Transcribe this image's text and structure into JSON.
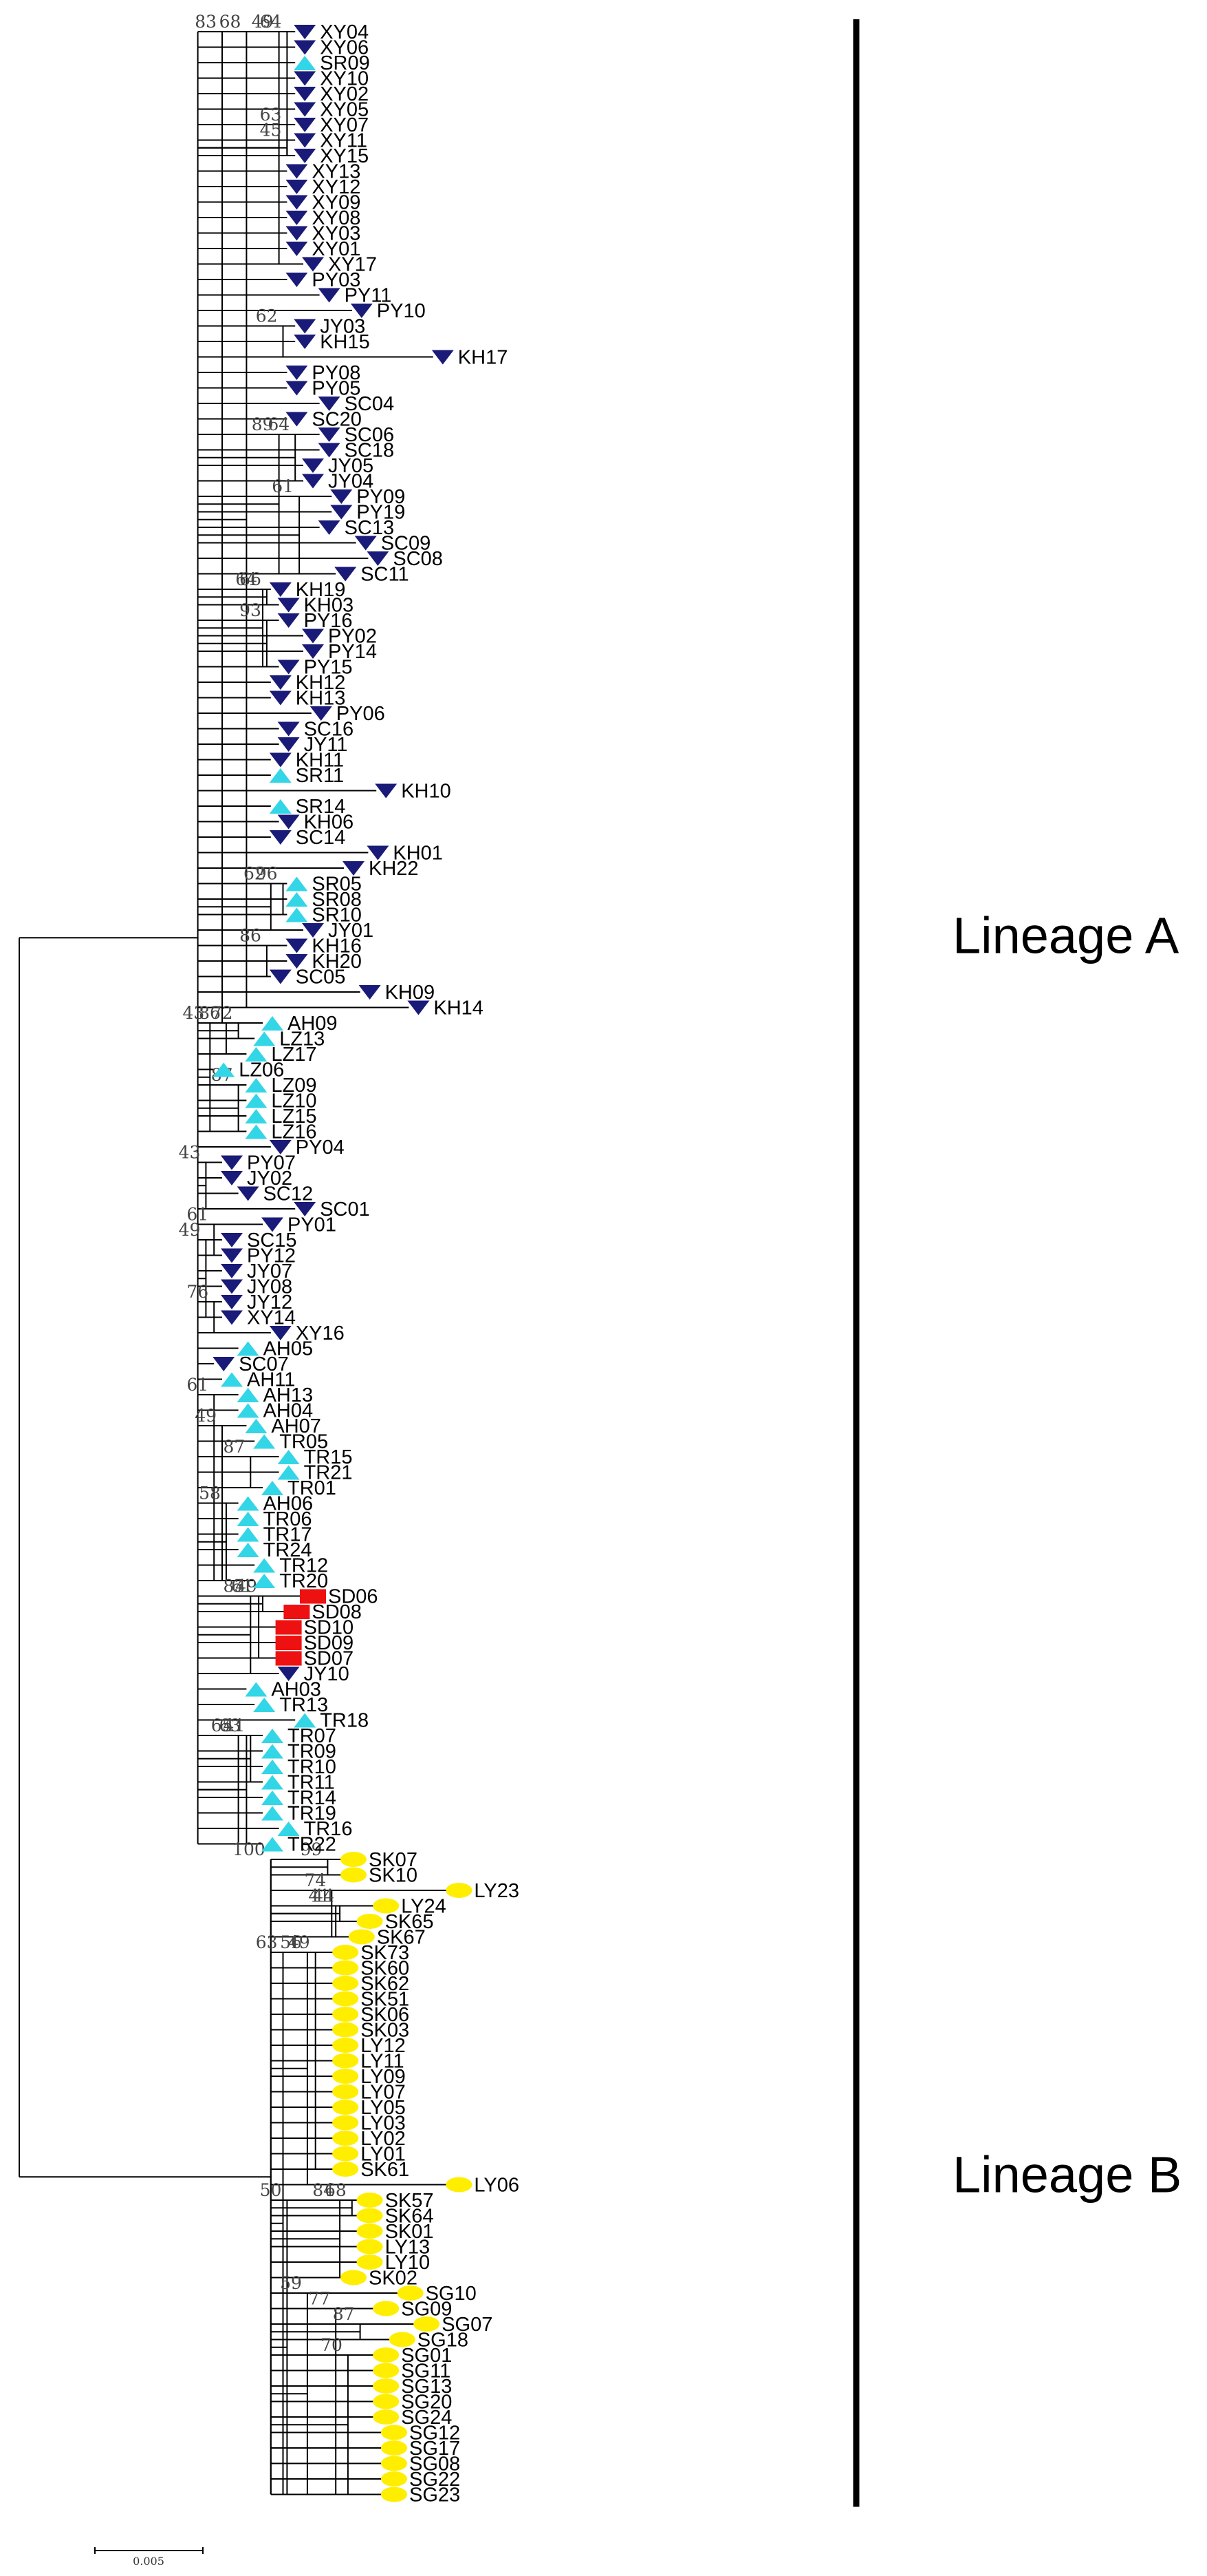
{
  "colors": {
    "dark_blue": "#1a1a78",
    "cyan": "#33d6e6",
    "red": "#ee1111",
    "yellow": "#ffee00",
    "line": "#000000"
  },
  "marker_legend": {
    "down_triangle": "dark-blue-down-triangle-icon",
    "up_triangle": "cyan-up-triangle-icon",
    "square": "red-square-icon",
    "ellipse": "yellow-ellipse-icon"
  },
  "lineages": [
    {
      "label": "Lineage A",
      "from_taxon": "XY04",
      "to_taxon": "TR22"
    },
    {
      "label": "Lineage B",
      "from_taxon": "SK07",
      "to_taxon": "SG23"
    }
  ],
  "scale_bar_label": "0.005",
  "taxa": [
    {
      "name": "XY04",
      "marker": "down",
      "depth": 0.34
    },
    {
      "name": "XY06",
      "marker": "down",
      "depth": 0.34
    },
    {
      "name": "SR09",
      "marker": "up",
      "depth": 0.34
    },
    {
      "name": "XY10",
      "marker": "down",
      "depth": 0.34
    },
    {
      "name": "XY02",
      "marker": "down",
      "depth": 0.34
    },
    {
      "name": "XY05",
      "marker": "down",
      "depth": 0.34
    },
    {
      "name": "XY07",
      "marker": "down",
      "depth": 0.34
    },
    {
      "name": "XY11",
      "marker": "down",
      "depth": 0.34
    },
    {
      "name": "XY15",
      "marker": "down",
      "depth": 0.34
    },
    {
      "name": "XY13",
      "marker": "down",
      "depth": 0.33
    },
    {
      "name": "XY12",
      "marker": "down",
      "depth": 0.33
    },
    {
      "name": "XY09",
      "marker": "down",
      "depth": 0.33
    },
    {
      "name": "XY08",
      "marker": "down",
      "depth": 0.33
    },
    {
      "name": "XY03",
      "marker": "down",
      "depth": 0.33
    },
    {
      "name": "XY01",
      "marker": "down",
      "depth": 0.33
    },
    {
      "name": "XY17",
      "marker": "down",
      "depth": 0.35
    },
    {
      "name": "PY03",
      "marker": "down",
      "depth": 0.33
    },
    {
      "name": "PY11",
      "marker": "down",
      "depth": 0.37
    },
    {
      "name": "PY10",
      "marker": "down",
      "depth": 0.41
    },
    {
      "name": "JY03",
      "marker": "down",
      "depth": 0.34
    },
    {
      "name": "KH15",
      "marker": "down",
      "depth": 0.34
    },
    {
      "name": "KH17",
      "marker": "down",
      "depth": 0.51
    },
    {
      "name": "PY08",
      "marker": "down",
      "depth": 0.33
    },
    {
      "name": "PY05",
      "marker": "down",
      "depth": 0.33
    },
    {
      "name": "SC04",
      "marker": "down",
      "depth": 0.37
    },
    {
      "name": "SC20",
      "marker": "down",
      "depth": 0.33
    },
    {
      "name": "SC06",
      "marker": "down",
      "depth": 0.37
    },
    {
      "name": "SC18",
      "marker": "down",
      "depth": 0.37
    },
    {
      "name": "JY05",
      "marker": "down",
      "depth": 0.35
    },
    {
      "name": "JY04",
      "marker": "down",
      "depth": 0.35
    },
    {
      "name": "PY09",
      "marker": "down",
      "depth": 0.385
    },
    {
      "name": "PY19",
      "marker": "down",
      "depth": 0.385
    },
    {
      "name": "SC13",
      "marker": "down",
      "depth": 0.37
    },
    {
      "name": "SC09",
      "marker": "down",
      "depth": 0.415
    },
    {
      "name": "SC08",
      "marker": "down",
      "depth": 0.43
    },
    {
      "name": "SC11",
      "marker": "down",
      "depth": 0.39
    },
    {
      "name": "KH19",
      "marker": "down",
      "depth": 0.31
    },
    {
      "name": "KH03",
      "marker": "down",
      "depth": 0.32
    },
    {
      "name": "PY16",
      "marker": "down",
      "depth": 0.32
    },
    {
      "name": "PY02",
      "marker": "down",
      "depth": 0.35
    },
    {
      "name": "PY14",
      "marker": "down",
      "depth": 0.35
    },
    {
      "name": "PY15",
      "marker": "down",
      "depth": 0.32
    },
    {
      "name": "KH12",
      "marker": "down",
      "depth": 0.31
    },
    {
      "name": "KH13",
      "marker": "down",
      "depth": 0.31
    },
    {
      "name": "PY06",
      "marker": "down",
      "depth": 0.36
    },
    {
      "name": "SC16",
      "marker": "down",
      "depth": 0.32
    },
    {
      "name": "JY11",
      "marker": "down",
      "depth": 0.32
    },
    {
      "name": "KH11",
      "marker": "down",
      "depth": 0.31
    },
    {
      "name": "SR11",
      "marker": "up",
      "depth": 0.31
    },
    {
      "name": "KH10",
      "marker": "down",
      "depth": 0.44
    },
    {
      "name": "SR14",
      "marker": "up",
      "depth": 0.31
    },
    {
      "name": "KH06",
      "marker": "down",
      "depth": 0.32
    },
    {
      "name": "SC14",
      "marker": "down",
      "depth": 0.31
    },
    {
      "name": "KH01",
      "marker": "down",
      "depth": 0.43
    },
    {
      "name": "KH22",
      "marker": "down",
      "depth": 0.4
    },
    {
      "name": "SR05",
      "marker": "up",
      "depth": 0.33
    },
    {
      "name": "SR08",
      "marker": "up",
      "depth": 0.33
    },
    {
      "name": "SR10",
      "marker": "up",
      "depth": 0.33
    },
    {
      "name": "JY01",
      "marker": "down",
      "depth": 0.35
    },
    {
      "name": "KH16",
      "marker": "down",
      "depth": 0.33
    },
    {
      "name": "KH20",
      "marker": "down",
      "depth": 0.33
    },
    {
      "name": "SC05",
      "marker": "down",
      "depth": 0.31
    },
    {
      "name": "KH09",
      "marker": "down",
      "depth": 0.42
    },
    {
      "name": "KH14",
      "marker": "down",
      "depth": 0.48
    },
    {
      "name": "AH09",
      "marker": "up",
      "depth": 0.3
    },
    {
      "name": "LZ13",
      "marker": "up",
      "depth": 0.29
    },
    {
      "name": "LZ17",
      "marker": "up",
      "depth": 0.28
    },
    {
      "name": "LZ06",
      "marker": "up",
      "depth": 0.24
    },
    {
      "name": "LZ09",
      "marker": "up",
      "depth": 0.28
    },
    {
      "name": "LZ10",
      "marker": "up",
      "depth": 0.28
    },
    {
      "name": "LZ15",
      "marker": "up",
      "depth": 0.28
    },
    {
      "name": "LZ16",
      "marker": "up",
      "depth": 0.28
    },
    {
      "name": "PY04",
      "marker": "down",
      "depth": 0.31
    },
    {
      "name": "PY07",
      "marker": "down",
      "depth": 0.25
    },
    {
      "name": "JY02",
      "marker": "down",
      "depth": 0.25
    },
    {
      "name": "SC12",
      "marker": "down",
      "depth": 0.27
    },
    {
      "name": "SC01",
      "marker": "down",
      "depth": 0.34
    },
    {
      "name": "PY01",
      "marker": "down",
      "depth": 0.3
    },
    {
      "name": "SC15",
      "marker": "down",
      "depth": 0.25
    },
    {
      "name": "PY12",
      "marker": "down",
      "depth": 0.25
    },
    {
      "name": "JY07",
      "marker": "down",
      "depth": 0.25
    },
    {
      "name": "JY08",
      "marker": "down",
      "depth": 0.25
    },
    {
      "name": "JY12",
      "marker": "down",
      "depth": 0.25
    },
    {
      "name": "XY14",
      "marker": "down",
      "depth": 0.25
    },
    {
      "name": "XY16",
      "marker": "down",
      "depth": 0.31
    },
    {
      "name": "AH05",
      "marker": "up",
      "depth": 0.27
    },
    {
      "name": "SC07",
      "marker": "down",
      "depth": 0.24
    },
    {
      "name": "AH11",
      "marker": "up",
      "depth": 0.25
    },
    {
      "name": "AH13",
      "marker": "up",
      "depth": 0.27
    },
    {
      "name": "AH04",
      "marker": "up",
      "depth": 0.27
    },
    {
      "name": "AH07",
      "marker": "up",
      "depth": 0.28
    },
    {
      "name": "TR05",
      "marker": "up",
      "depth": 0.29
    },
    {
      "name": "TR15",
      "marker": "up",
      "depth": 0.32
    },
    {
      "name": "TR21",
      "marker": "up",
      "depth": 0.32
    },
    {
      "name": "TR01",
      "marker": "up",
      "depth": 0.3
    },
    {
      "name": "AH06",
      "marker": "up",
      "depth": 0.27
    },
    {
      "name": "TR06",
      "marker": "up",
      "depth": 0.27
    },
    {
      "name": "TR17",
      "marker": "up",
      "depth": 0.27
    },
    {
      "name": "TR24",
      "marker": "up",
      "depth": 0.27
    },
    {
      "name": "TR12",
      "marker": "up",
      "depth": 0.29
    },
    {
      "name": "TR20",
      "marker": "up",
      "depth": 0.29
    },
    {
      "name": "SD06",
      "marker": "square",
      "depth": 0.35
    },
    {
      "name": "SD08",
      "marker": "square",
      "depth": 0.33
    },
    {
      "name": "SD10",
      "marker": "square",
      "depth": 0.32
    },
    {
      "name": "SD09",
      "marker": "square",
      "depth": 0.32
    },
    {
      "name": "SD07",
      "marker": "square",
      "depth": 0.32
    },
    {
      "name": "JY10",
      "marker": "down",
      "depth": 0.32
    },
    {
      "name": "AH03",
      "marker": "up",
      "depth": 0.28
    },
    {
      "name": "TR13",
      "marker": "up",
      "depth": 0.29
    },
    {
      "name": "TR18",
      "marker": "up",
      "depth": 0.34
    },
    {
      "name": "TR07",
      "marker": "up",
      "depth": 0.3
    },
    {
      "name": "TR09",
      "marker": "up",
      "depth": 0.3
    },
    {
      "name": "TR10",
      "marker": "up",
      "depth": 0.3
    },
    {
      "name": "TR11",
      "marker": "up",
      "depth": 0.3
    },
    {
      "name": "TR14",
      "marker": "up",
      "depth": 0.3
    },
    {
      "name": "TR19",
      "marker": "up",
      "depth": 0.3
    },
    {
      "name": "TR16",
      "marker": "up",
      "depth": 0.32
    },
    {
      "name": "TR22",
      "marker": "up",
      "depth": 0.3
    },
    {
      "name": "SK07",
      "marker": "ellipse",
      "depth": 0.4
    },
    {
      "name": "SK10",
      "marker": "ellipse",
      "depth": 0.4
    },
    {
      "name": "LY23",
      "marker": "ellipse",
      "depth": 0.53
    },
    {
      "name": "LY24",
      "marker": "ellipse",
      "depth": 0.44
    },
    {
      "name": "SK65",
      "marker": "ellipse",
      "depth": 0.42
    },
    {
      "name": "SK67",
      "marker": "ellipse",
      "depth": 0.41
    },
    {
      "name": "SK73",
      "marker": "ellipse",
      "depth": 0.39
    },
    {
      "name": "SK60",
      "marker": "ellipse",
      "depth": 0.39
    },
    {
      "name": "SK62",
      "marker": "ellipse",
      "depth": 0.39
    },
    {
      "name": "SK51",
      "marker": "ellipse",
      "depth": 0.39
    },
    {
      "name": "SK06",
      "marker": "ellipse",
      "depth": 0.39
    },
    {
      "name": "SK03",
      "marker": "ellipse",
      "depth": 0.39
    },
    {
      "name": "LY12",
      "marker": "ellipse",
      "depth": 0.39
    },
    {
      "name": "LY11",
      "marker": "ellipse",
      "depth": 0.39
    },
    {
      "name": "LY09",
      "marker": "ellipse",
      "depth": 0.39
    },
    {
      "name": "LY07",
      "marker": "ellipse",
      "depth": 0.39
    },
    {
      "name": "LY05",
      "marker": "ellipse",
      "depth": 0.39
    },
    {
      "name": "LY03",
      "marker": "ellipse",
      "depth": 0.39
    },
    {
      "name": "LY02",
      "marker": "ellipse",
      "depth": 0.39
    },
    {
      "name": "LY01",
      "marker": "ellipse",
      "depth": 0.39
    },
    {
      "name": "SK61",
      "marker": "ellipse",
      "depth": 0.39
    },
    {
      "name": "LY06",
      "marker": "ellipse",
      "depth": 0.53
    },
    {
      "name": "SK57",
      "marker": "ellipse",
      "depth": 0.42
    },
    {
      "name": "SK64",
      "marker": "ellipse",
      "depth": 0.42
    },
    {
      "name": "SK01",
      "marker": "ellipse",
      "depth": 0.42
    },
    {
      "name": "LY13",
      "marker": "ellipse",
      "depth": 0.42
    },
    {
      "name": "LY10",
      "marker": "ellipse",
      "depth": 0.42
    },
    {
      "name": "SK02",
      "marker": "ellipse",
      "depth": 0.4
    },
    {
      "name": "SG10",
      "marker": "ellipse",
      "depth": 0.47
    },
    {
      "name": "SG09",
      "marker": "ellipse",
      "depth": 0.44
    },
    {
      "name": "SG07",
      "marker": "ellipse",
      "depth": 0.49
    },
    {
      "name": "SG18",
      "marker": "ellipse",
      "depth": 0.46
    },
    {
      "name": "SG01",
      "marker": "ellipse",
      "depth": 0.44
    },
    {
      "name": "SG11",
      "marker": "ellipse",
      "depth": 0.44
    },
    {
      "name": "SG13",
      "marker": "ellipse",
      "depth": 0.44
    },
    {
      "name": "SG20",
      "marker": "ellipse",
      "depth": 0.44
    },
    {
      "name": "SG24",
      "marker": "ellipse",
      "depth": 0.44
    },
    {
      "name": "SG12",
      "marker": "ellipse",
      "depth": 0.45
    },
    {
      "name": "SG17",
      "marker": "ellipse",
      "depth": 0.45
    },
    {
      "name": "SG08",
      "marker": "ellipse",
      "depth": 0.45
    },
    {
      "name": "SG22",
      "marker": "ellipse",
      "depth": 0.45
    },
    {
      "name": "SG23",
      "marker": "ellipse",
      "depth": 0.45
    }
  ],
  "clades": [
    {
      "from": "XY04",
      "to": "XY15",
      "depth": 0.33,
      "support": "64"
    },
    {
      "from": "XY07",
      "to": "XY15",
      "depth": 0.33,
      "support": "63"
    },
    {
      "from": "XY11",
      "to": "XY15",
      "depth": 0.33,
      "support": "45"
    },
    {
      "from": "XY04",
      "to": "XY17",
      "depth": 0.32,
      "support": "49"
    },
    {
      "from": "JY03",
      "to": "KH17",
      "depth": 0.325,
      "support": "62"
    },
    {
      "from": "SC06",
      "to": "JY04",
      "depth": 0.34,
      "support": "64"
    },
    {
      "from": "SC06",
      "to": "SC11",
      "depth": 0.32,
      "support": "89"
    },
    {
      "from": "PY09",
      "to": "SC11",
      "depth": 0.345,
      "support": "61"
    },
    {
      "from": "KH19",
      "to": "KH03",
      "depth": 0.305,
      "support": "66"
    },
    {
      "from": "PY16",
      "to": "PY15",
      "depth": 0.305,
      "support": "93"
    },
    {
      "from": "KH19",
      "to": "PY15",
      "depth": 0.3,
      "support": "64"
    },
    {
      "from": "SR05",
      "to": "SR10",
      "depth": 0.325,
      "support": "96"
    },
    {
      "from": "SR05",
      "to": "JY01",
      "depth": 0.31,
      "support": "62"
    },
    {
      "from": "KH16",
      "to": "SC05",
      "depth": 0.305,
      "support": "86"
    },
    {
      "from": "XY04",
      "to": "KH14",
      "depth": 0.28,
      "support": "68"
    },
    {
      "from": "XY04",
      "to": "AH09",
      "depth": 0.25,
      "support": "83"
    },
    {
      "from": "AH09",
      "to": "LZ13",
      "depth": 0.27,
      "support": "72"
    },
    {
      "from": "AH09",
      "to": "LZ17",
      "depth": 0.255,
      "support": "86"
    },
    {
      "from": "AH09",
      "to": "LZ16",
      "depth": 0.235,
      "support": "43"
    },
    {
      "from": "LZ09",
      "to": "LZ16",
      "depth": 0.27,
      "support": "87"
    },
    {
      "from": "PY07",
      "to": "SC01",
      "depth": 0.23,
      "support": "43"
    },
    {
      "from": "PY01",
      "to": "PY12",
      "depth": 0.24,
      "support": "61"
    },
    {
      "from": "SC15",
      "to": "XY14",
      "depth": 0.23,
      "support": "49"
    },
    {
      "from": "JY12",
      "to": "XY16",
      "depth": 0.24,
      "support": "76"
    },
    {
      "from": "AH13",
      "to": "TR20",
      "depth": 0.24,
      "support": "61"
    },
    {
      "from": "AH07",
      "to": "TR20",
      "depth": 0.25,
      "support": "49"
    },
    {
      "from": "TR15",
      "to": "TR01",
      "depth": 0.285,
      "support": "87"
    },
    {
      "from": "AH06",
      "to": "TR20",
      "depth": 0.255,
      "support": "58"
    },
    {
      "from": "SD06",
      "to": "SD08",
      "depth": 0.3,
      "support": "49"
    },
    {
      "from": "SD06",
      "to": "SD07",
      "depth": 0.295,
      "support": "61"
    },
    {
      "from": "SD06",
      "to": "JY10",
      "depth": 0.285,
      "support": "83"
    },
    {
      "from": "TR07",
      "to": "TR22",
      "depth": 0.27,
      "support": "65"
    },
    {
      "from": "TR07",
      "to": "TR11",
      "depth": 0.285,
      "support": "41"
    },
    {
      "from": "TR07",
      "to": "TR22",
      "depth": 0.28,
      "support": "63"
    },
    {
      "from": "SK07",
      "to": "SK10",
      "depth": 0.38,
      "support": "99"
    },
    {
      "from": "LY23",
      "to": "SK67",
      "depth": 0.385,
      "support": "74"
    },
    {
      "from": "LY24",
      "to": "SK65",
      "depth": 0.395,
      "support": "44"
    },
    {
      "from": "LY24",
      "to": "SK67",
      "depth": 0.39,
      "support": "41"
    },
    {
      "from": "SK73",
      "to": "SK61",
      "depth": 0.365,
      "support": "49"
    },
    {
      "from": "SK73",
      "to": "LY06",
      "depth": 0.355,
      "support": "56"
    },
    {
      "from": "SK07",
      "to": "SG23",
      "depth": 0.31,
      "support": "100"
    },
    {
      "from": "SK73",
      "to": "SG23",
      "depth": 0.325,
      "support": "63"
    },
    {
      "from": "SK57",
      "to": "SK64",
      "depth": 0.41,
      "support": "68"
    },
    {
      "from": "SK57",
      "to": "SK02",
      "depth": 0.395,
      "support": "84"
    },
    {
      "from": "SK57",
      "to": "SG23",
      "depth": 0.33,
      "support": "50"
    },
    {
      "from": "SG10",
      "to": "SG23",
      "depth": 0.355,
      "support": "59"
    },
    {
      "from": "SG09",
      "to": "SG23",
      "depth": 0.39,
      "support": "77"
    },
    {
      "from": "SG07",
      "to": "SG18",
      "depth": 0.42,
      "support": "87"
    },
    {
      "from": "SG01",
      "to": "SG23",
      "depth": 0.405,
      "support": "70"
    }
  ]
}
